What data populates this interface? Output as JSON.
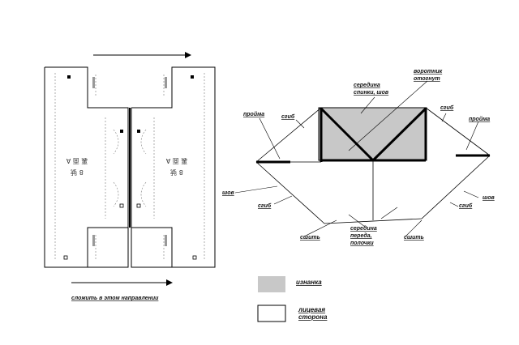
{
  "left_pattern": {
    "fold_instruction": "сложить в этом направлении",
    "text_left_line1": "8 號",
    "text_left_line2": "裏 面 A",
    "text_right_line1": "8 號",
    "text_right_line2": "裏 面 A"
  },
  "right_diagram": {
    "labels": {
      "collar": "воротник отогнут",
      "back_center": "середина спинки, шов",
      "armhole_left": "пройма",
      "armhole_right": "пройма",
      "fold_top_left": "сгиб",
      "fold_top_right": "сгиб",
      "seam_left": "шов",
      "seam_right": "шов",
      "fold_bottom_left": "сгиб",
      "fold_bottom_right": "сгиб",
      "sew_left": "сшить",
      "sew_right": "сшить",
      "front_center": "середина переда, полочки"
    }
  },
  "legend": {
    "items": [
      {
        "label": "изнанка",
        "swatch": "#c8c8c8"
      },
      {
        "label": "лицевая сторона",
        "swatch": "#ffffff"
      }
    ]
  }
}
